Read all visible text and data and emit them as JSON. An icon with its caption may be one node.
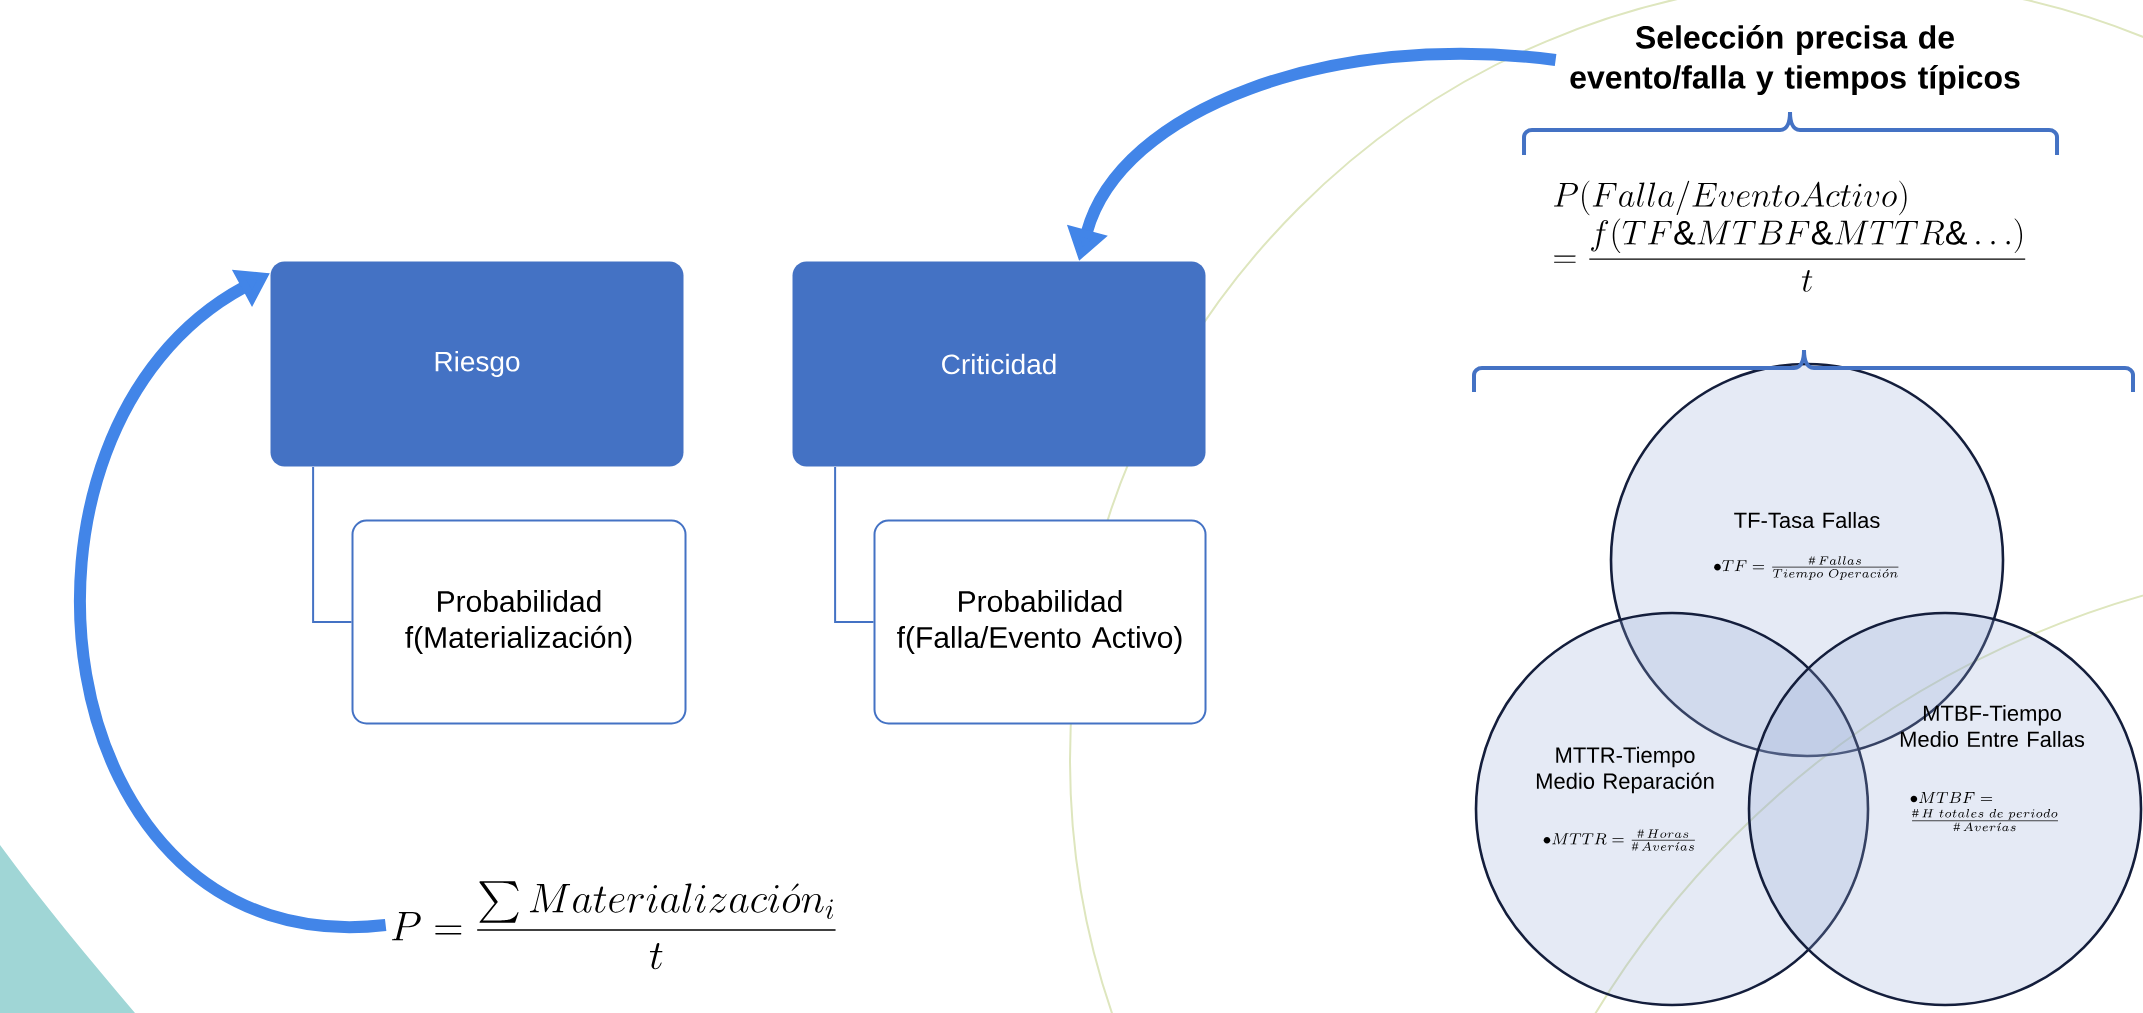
{
  "diagram": {
    "nodes": [
      {
        "text": [
          "Riesgo"
        ]
      },
      {
        "text": [
          "Probabilidad f(Materialización)"
        ]
      },
      {
        "text": [
          "Criticidad"
        ]
      },
      {
        "text": [
          "Probabilidad f(Falla/Evento Activo)"
        ]
      },
      {
        "text": [
          "P = \\dfrac{\\sum Materializaci\\acute{o}n_i}{t}"
        ]
      },
      {
        "text": [
          "Selección precisa de evento/falla y tiempos típicos"
        ]
      },
      {
        "text": [
          "TF-Tasa Fallas",
          "\\bullet TF = \\frac{\\#\\,Fallas}{Tiempo\\ Operaci\\acute{o}n}"
        ]
      },
      {
        "text": [
          "MTTR-Tiempo Medio Reparación",
          "\\bullet MTTR = \\frac{\\#\\,Horas}{\\#\\,Aver\\acute{\\imath}as}"
        ]
      },
      {
        "text": [
          "MTBF-Tiempo Medio Entre Fallas",
          "\\begin{array}{l}\\bullet MTBF =\\\\ \\frac{\\#\\,H\\ totales\\ de\\ periodo}{\\#\\,Aver\\acute{\\imath}as}\\end{array}"
        ]
      }
    ],
    "edges": [
      {
        "from": 0,
        "to": 1,
        "arrow": "none"
      },
      {
        "from": 2,
        "to": 3,
        "arrow": "none"
      },
      {
        "from": 4,
        "to": 0,
        "arrow": "to",
        "style": "thick",
        "color": "#4285e8"
      },
      {
        "from": 5,
        "to": 2,
        "arrow": "to",
        "style": "thick",
        "color": "#4285e8"
      }
    ],
    "labels": [
      "\\begin{array}{l}P(Falla/EventoActivo)\\\\ = \\dfrac{f(TF\\&MTBF\\&MTTR\\&\\ldots)}{t}\\end{array}"
    ]
  }
}
